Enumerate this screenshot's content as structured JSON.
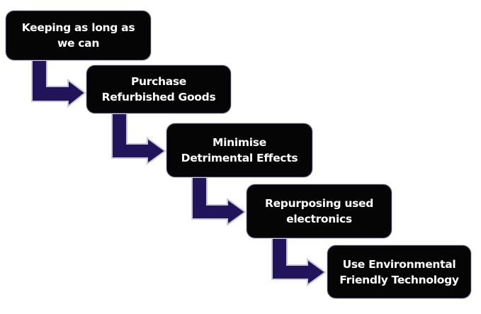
{
  "diagram": {
    "type": "staircase-process-flow",
    "colors": {
      "box_fill": "#050505",
      "box_text": "#ffffff",
      "arrow_fill": "#22145a",
      "arrow_outline": "#c8c8d2",
      "background": "#ffffff"
    },
    "steps": [
      {
        "label": "Keeping as long as\nwe can"
      },
      {
        "label": "Purchase\nRefurbished Goods"
      },
      {
        "label": "Minimise\nDetrimental Effects"
      },
      {
        "label": "Repurposing used\nelectronics"
      },
      {
        "label": "Use Environmental\nFriendly Technology"
      }
    ],
    "connectors": [
      {
        "from": 1,
        "to": 2,
        "icon": "elbow-arrow-down-right"
      },
      {
        "from": 2,
        "to": 3,
        "icon": "elbow-arrow-down-right"
      },
      {
        "from": 3,
        "to": 4,
        "icon": "elbow-arrow-down-right"
      },
      {
        "from": 4,
        "to": 5,
        "icon": "elbow-arrow-down-right"
      }
    ]
  }
}
